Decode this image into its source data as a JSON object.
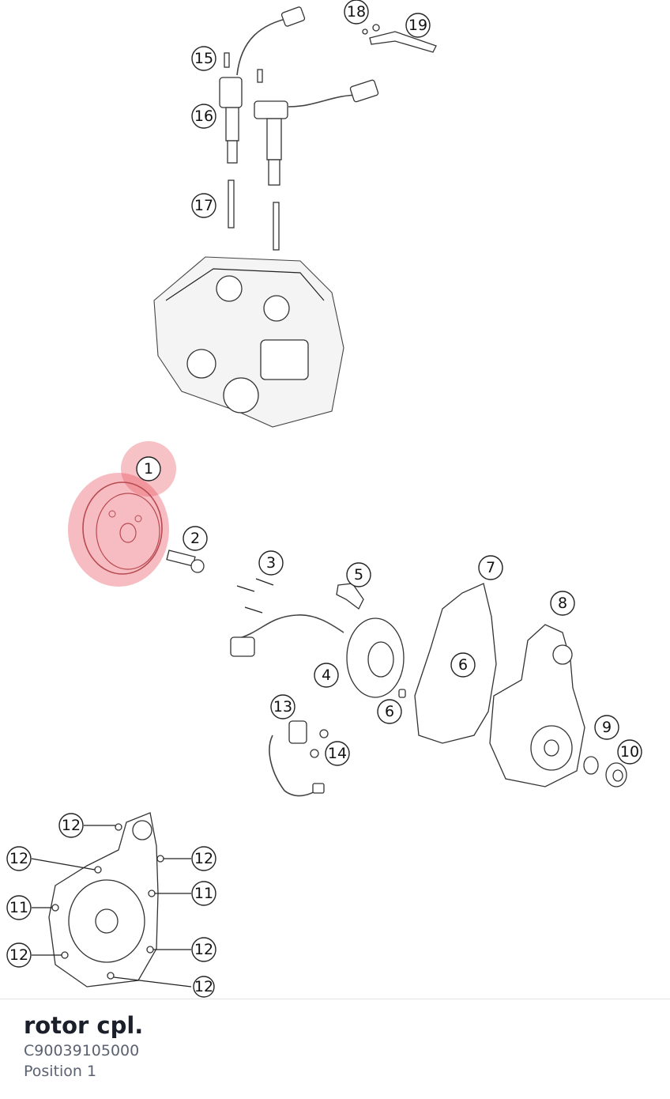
{
  "callouts": {
    "c1": "1",
    "c2": "2",
    "c3": "3",
    "c4": "4",
    "c5": "5",
    "c6a": "6",
    "c6b": "6",
    "c7": "7",
    "c8": "8",
    "c9": "9",
    "c10": "10",
    "c11a": "11",
    "c11b": "11",
    "c12a": "12",
    "c12b": "12",
    "c12c": "12",
    "c12d": "12",
    "c12e": "12",
    "c12f": "12",
    "c13": "13",
    "c14": "14",
    "c15": "15",
    "c16": "16",
    "c17": "17",
    "c18": "18",
    "c19": "19"
  },
  "selected": {
    "name": "rotor cpl.",
    "number": "C90039105000",
    "position": "Position 1",
    "highlight_color": "#e8505b"
  }
}
